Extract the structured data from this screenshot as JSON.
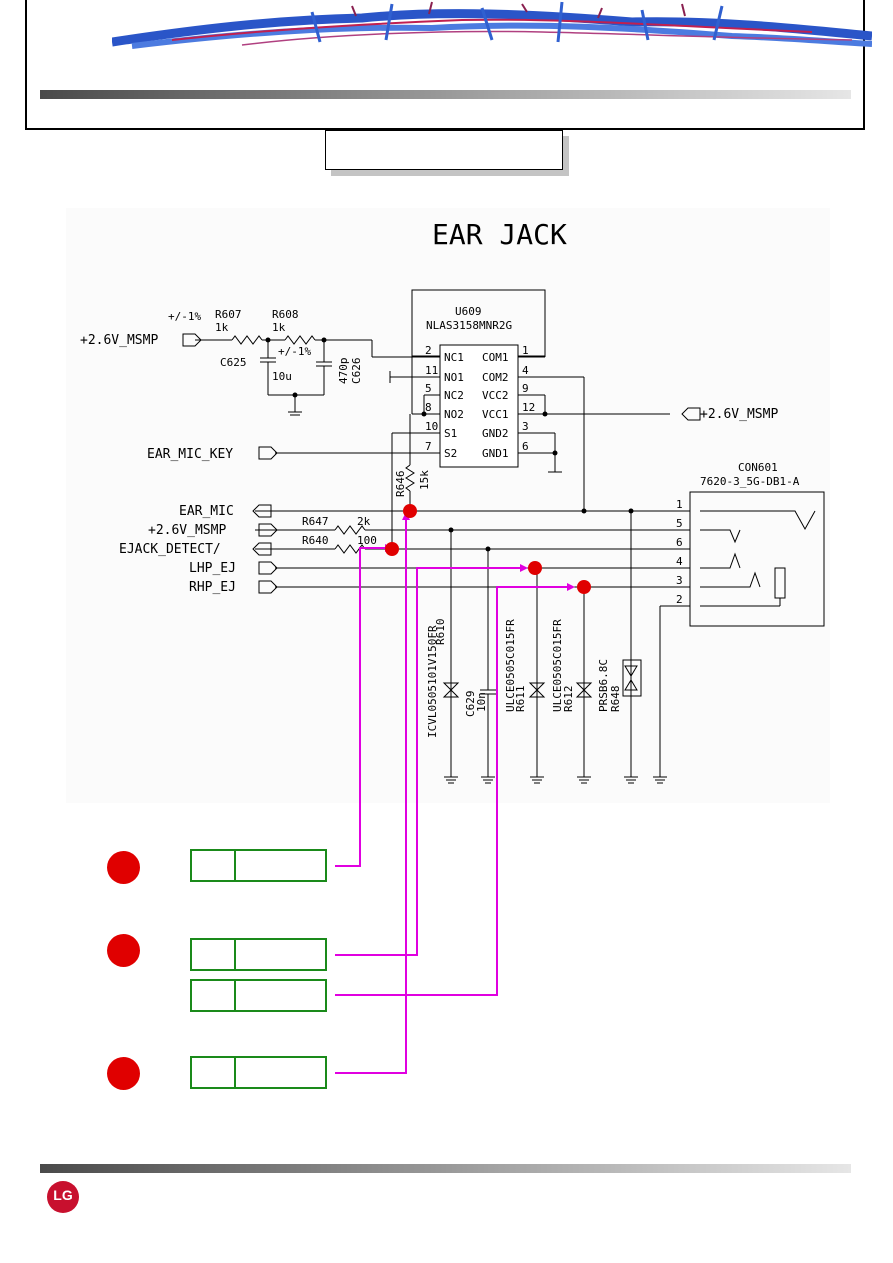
{
  "title": "EAR  JACK",
  "ic": {
    "ref": "U609",
    "part": "NLAS3158MNR2G",
    "left_pins": [
      {
        "num": "2",
        "name": "NC1"
      },
      {
        "num": "11",
        "name": "NO1"
      },
      {
        "num": "5",
        "name": "NC2"
      },
      {
        "num": "8",
        "name": "NO2"
      },
      {
        "num": "10",
        "name": "S1"
      },
      {
        "num": "7",
        "name": "S2"
      }
    ],
    "right_pins": [
      {
        "num": "1",
        "name": "COM1"
      },
      {
        "num": "4",
        "name": "COM2"
      },
      {
        "num": "9",
        "name": "VCC2"
      },
      {
        "num": "12",
        "name": "VCC1"
      },
      {
        "num": "3",
        "name": "GND2"
      },
      {
        "num": "6",
        "name": "GND1"
      }
    ]
  },
  "connector": {
    "ref": "CON601",
    "part": "7620-3_5G-DB1-A",
    "pins": [
      "1",
      "5",
      "6",
      "4",
      "3",
      "2"
    ]
  },
  "nets": {
    "msmp_in": "+2.6V_MSMP",
    "msmp_right": "+2.6V_MSMP",
    "ear_mic_key": "EAR_MIC_KEY",
    "ear_mic": "EAR_MIC",
    "msmp_mid": "+2.6V_MSMP",
    "ejack_detect": "EJACK_DETECT/",
    "lhp": "LHP_EJ",
    "rhp": "RHP_EJ"
  },
  "components": {
    "r607_tol": "+/-1%",
    "r607": "R607",
    "r607_val": "1k",
    "r608": "R608",
    "r608_val": "1k",
    "r608_tol": "+/-1%",
    "c625": "C625",
    "c625_val": "10u",
    "c626": "C626",
    "c626_val": "470p",
    "r646": "R646",
    "r646_val": "15k",
    "r647": "R647",
    "r647_val": "2k",
    "r640": "R640",
    "r640_val": "100",
    "r610_part": "ICVL0505101V150FR",
    "r610": "R610",
    "c629": "C629",
    "c629_val": "10n",
    "r611_part": "ULCE0505C015FR",
    "r611": "R611",
    "r612_part": "ULCE0505C015FR",
    "r612": "R612",
    "r648_part": "PRSB6.8C",
    "r648": "R648"
  },
  "logo": "LG",
  "colors": {
    "marker": "#e00000",
    "callout_line": "#e000e0",
    "callout_border": "#1a8a1a"
  }
}
